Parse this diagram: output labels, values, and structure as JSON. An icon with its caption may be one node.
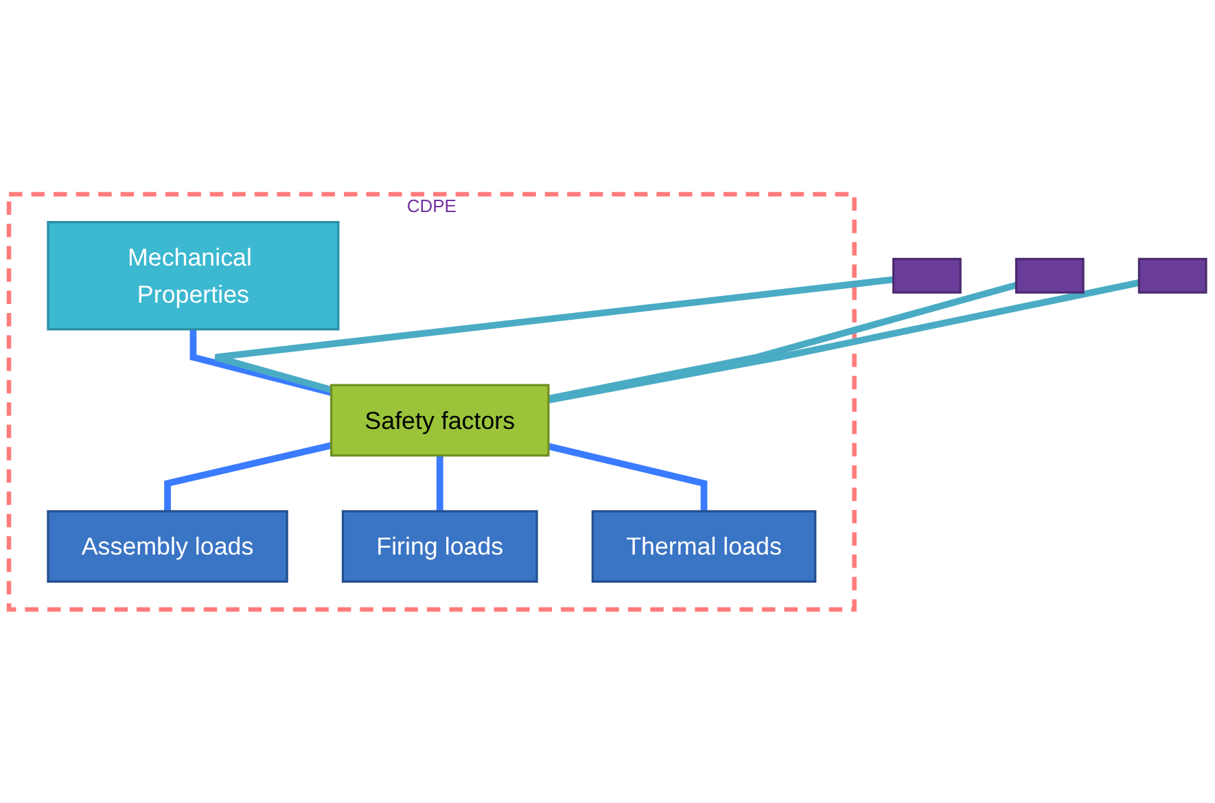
{
  "diagram": {
    "nodes": [
      {
        "text": [
          "CDPE"
        ]
      },
      {
        "text": [
          "Mechanical Properties"
        ],
        "in": 0
      },
      {
        "text": [
          "Safety factors"
        ],
        "in": 0
      },
      {
        "text": [
          "Assembly loads"
        ],
        "in": 0
      },
      {
        "text": [
          "Firing loads"
        ],
        "in": 0
      },
      {
        "text": [
          "Thermal loads"
        ],
        "in": 0
      },
      {
        "text": [],
        "shape": "box"
      },
      {
        "text": [],
        "shape": "box"
      },
      {
        "text": [],
        "shape": "box"
      }
    ],
    "edges": [
      {
        "from": 1,
        "to": 2,
        "arrow": "none"
      },
      {
        "from": 2,
        "to": 3,
        "arrow": "none"
      },
      {
        "from": 2,
        "to": 4,
        "arrow": "none"
      },
      {
        "from": 2,
        "to": 5,
        "arrow": "none"
      },
      {
        "from": 6,
        "to": 2,
        "arrow": "none",
        "color": "#4aabc4"
      },
      {
        "from": 7,
        "to": 2,
        "arrow": "none",
        "color": "#4aabc4"
      },
      {
        "from": 8,
        "to": 2,
        "arrow": "none",
        "color": "#4aabc4"
      }
    ]
  }
}
